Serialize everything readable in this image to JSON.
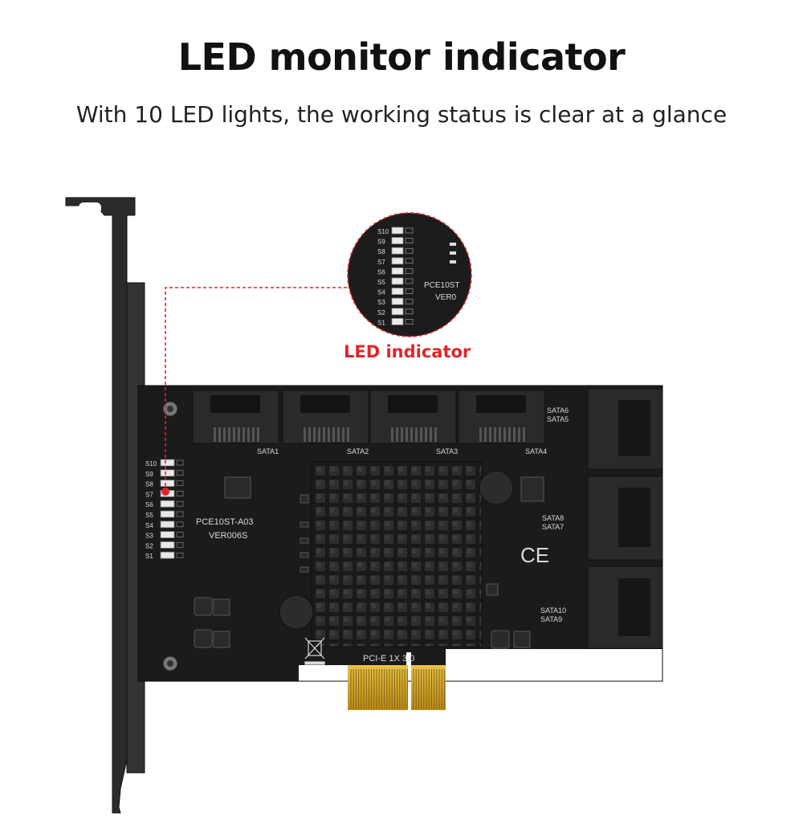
{
  "header": {
    "title": "LED monitor indicator",
    "subtitle": "With 10 LED lights, the working status is clear at a glance"
  },
  "callout": {
    "label": "LED indicator"
  },
  "board": {
    "model": "PCE10ST-A03",
    "version": "VER006S",
    "bus": "PCI-E 1X 3.0",
    "ce_mark": "CE",
    "led_labels": [
      "S10",
      "S9",
      "S8",
      "S7",
      "S6",
      "S5",
      "S4",
      "S3",
      "S2",
      "S1"
    ],
    "top_ports": [
      "SATA1",
      "SATA2",
      "SATA3",
      "SATA4"
    ],
    "side_port_labels": [
      "SATA6",
      "SATA5",
      "SATA8",
      "SATA7",
      "SATA10",
      "SATA9"
    ],
    "zoom_model": "PCE10ST",
    "zoom_version": "VER0"
  },
  "colors": {
    "accent_red": "#e0262a",
    "pcb": "#1b1b1b",
    "gold": "#d4a92a"
  }
}
